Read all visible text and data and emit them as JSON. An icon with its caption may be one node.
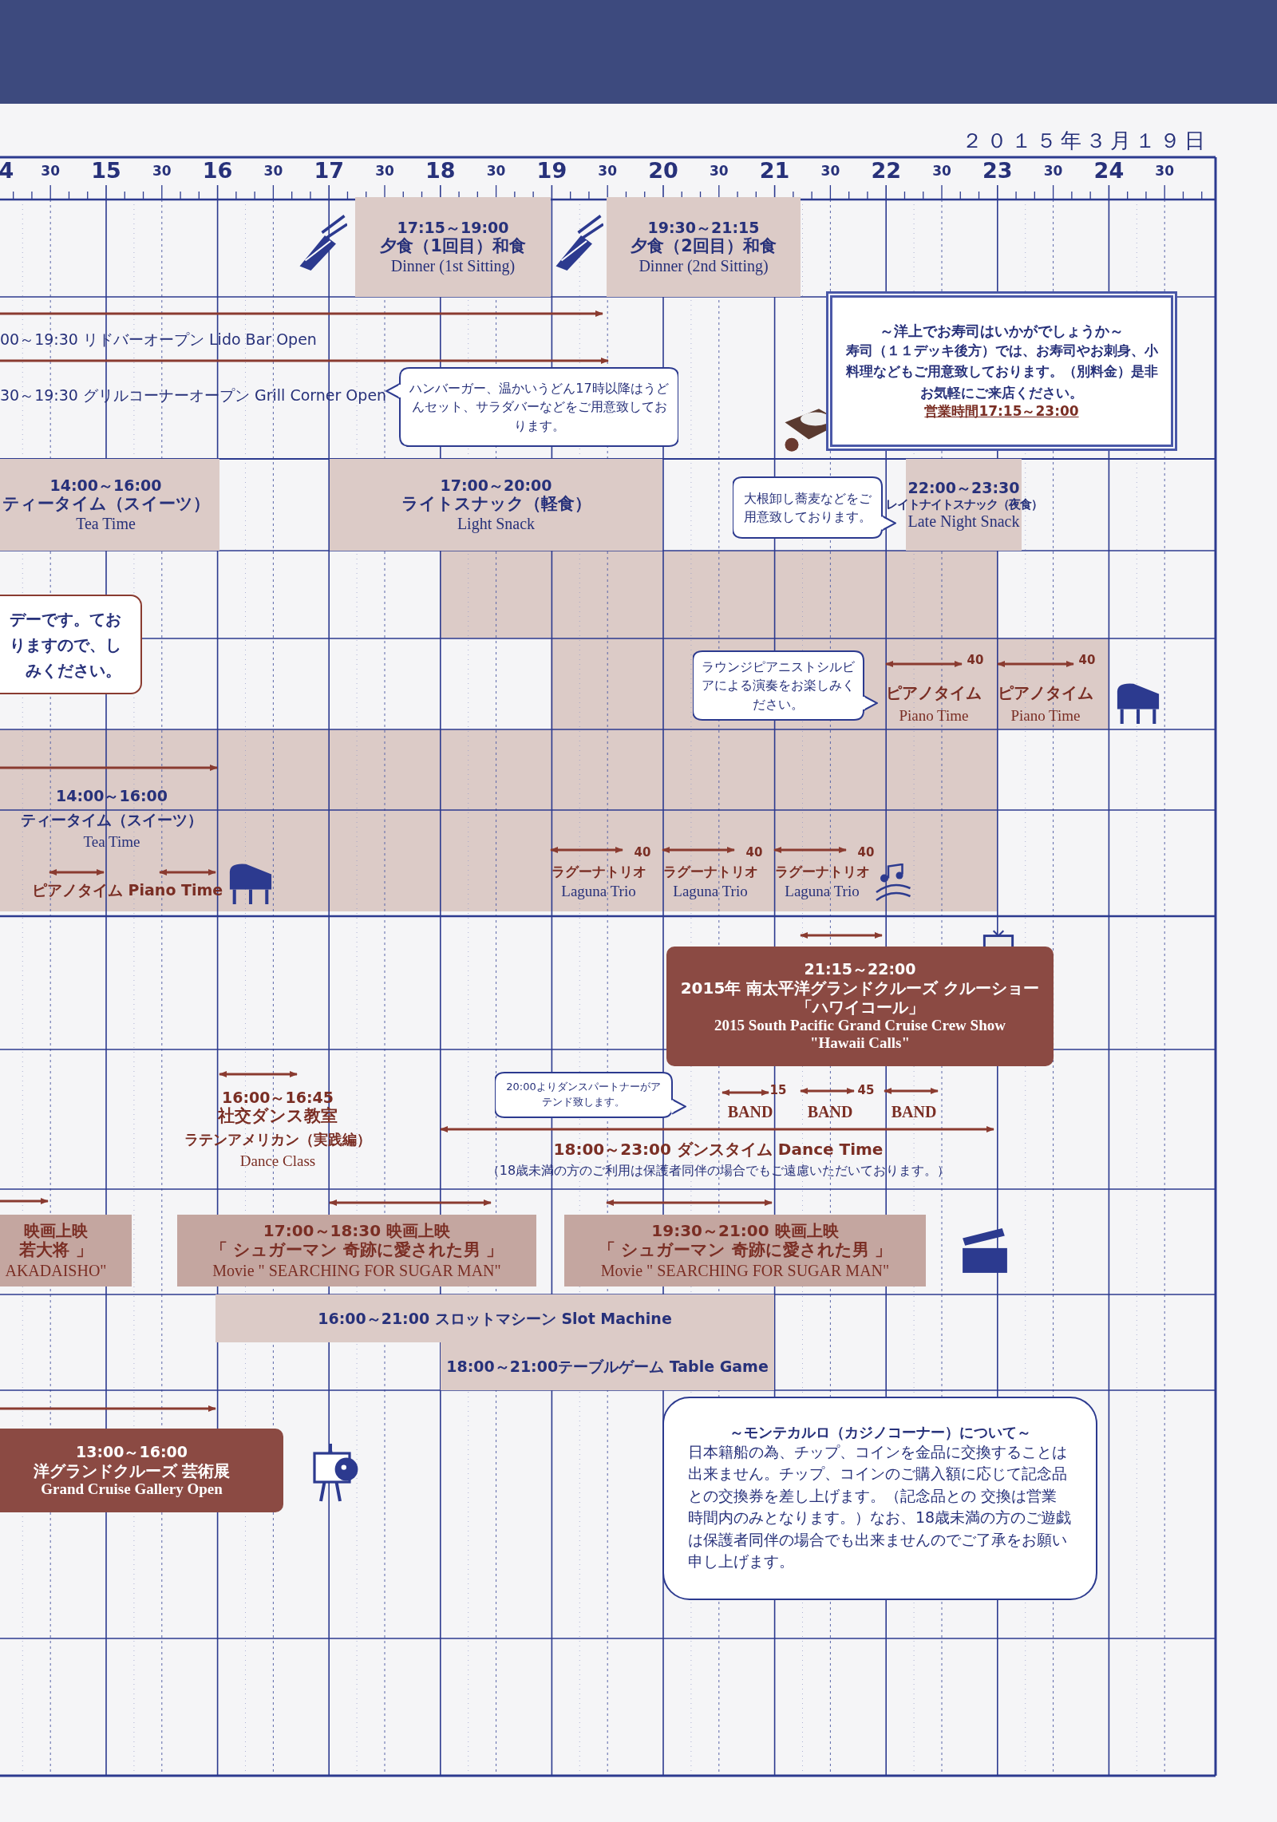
{
  "diagram": {
    "nodes": [
      {
        "text": [
          "17:15～19:00",
          "夕食（1回目）和食",
          "Dinner (1st Sitting)"
        ]
      },
      {
        "text": [
          "19:30～21:15",
          "夕食（2回目）和食",
          "Dinner (2nd Sitting)"
        ]
      },
      {
        "text": [
          "～洋上でお寿司はいかがでしょうか～",
          "寿司（１１デッキ後方）では、お寿司やお刺身、小料理などもご用意致しております。（別料金）是非お気軽にご来店ください。",
          "営業時間17:15～23:00"
        ]
      },
      {
        "text": [
          "ハンバーガー、温かいうどん17時以降はうどんセット、サラダバーなどをご用意致しております。"
        ]
      },
      {
        "text": [
          "14:00～16:00",
          "ティータイム（スイーツ）",
          "Tea Time"
        ]
      },
      {
        "text": [
          "17:00～20:00",
          "ライトスナック（軽食）",
          "Light Snack"
        ]
      },
      {
        "text": [
          "大根卸し蕎麦などをご用意致しております。"
        ]
      },
      {
        "text": [
          "22:00～23:30",
          "レイトナイトスナック（夜食）",
          "Late Night Snack"
        ]
      },
      {
        "text": [
          "デーです。ておりますので、しみください。"
        ]
      },
      {
        "text": [
          "ラウンジピアニストシルビアによる演奏をお楽しみください。"
        ]
      },
      {
        "text": [
          "21:15～22:00",
          "2015年 南太平洋グランドクルーズ クルーショー",
          "「ハワイコール」",
          "2015 South Pacific Grand Cruise Crew Show",
          "\"Hawaii Calls\""
        ]
      },
      {
        "text": [
          "20:00よりダンスパートナーがアテンド致します。"
        ]
      },
      {
        "text": [
          "映画上映",
          "若大将 」",
          "AKADAISHO\""
        ]
      },
      {
        "text": [
          "17:00～18:30 映画上映",
          "「 シュガーマン 奇跡に愛された男 」",
          "Movie \" SEARCHING FOR SUGAR MAN\""
        ]
      },
      {
        "text": [
          "19:30～21:00 映画上映",
          "「 シュガーマン 奇跡に愛された男 」",
          "Movie \" SEARCHING FOR SUGAR MAN\""
        ]
      },
      {
        "text": [
          "16:00～21:00 スロットマシーン Slot Machine"
        ]
      },
      {
        "text": [
          "18:00～21:00テーブルゲーム Table Game"
        ]
      },
      {
        "text": [
          "13:00～16:00",
          "洋グランドクルーズ 芸術展",
          "Grand Cruise Gallery Open"
        ]
      },
      {
        "text": [
          "～モンテカルロ（カジノコーナー）について～",
          "日本籍船の為、チップ、コインを金品に交換することは出来ません。チップ、コインのご購入額に応じて記念品との交換券を差し上げます。（記念品との 交換は営業時間内のみとなります。）なお、18歳未満の方のご遊戯は保護者同伴の場合でも出来ませんのでご了承をお願い申し上げます。"
        ]
      }
    ],
    "labels": [
      "２０１５年３月１９日",
      "4",
      "30",
      "15",
      "30",
      "16",
      "30",
      "17",
      "30",
      "18",
      "30",
      "19",
      "30",
      "20",
      "30",
      "21",
      "30",
      "22",
      "30",
      "23",
      "30",
      "24",
      "30",
      "00～19:30 リドバーオープン Lido Bar Open",
      "30～19:30 グリルコーナーオープン Grill Corner Open",
      "40",
      "ピアノタイム",
      "Piano Time",
      "40",
      "ピアノタイム",
      "Piano Time",
      "14:00～16:00",
      "ティータイム（スイーツ）",
      "Tea Time",
      "ピアノタイム Piano Time",
      "40",
      "ラグーナトリオ",
      "Laguna Trio",
      "40",
      "ラグーナトリオ",
      "Laguna Trio",
      "40",
      "ラグーナトリオ",
      "Laguna Trio",
      "15",
      "45",
      "BAND",
      "BAND",
      "BAND",
      "16:00～16:45",
      "社交ダンス教室",
      "ラテンアメリカン（実践編）",
      "Dance Class",
      "18:00～23:00 ダンスタイム Dance Time",
      "（18歳未満の方のご利用は保護者同伴の場合でもご遠慮いただいております。）"
    ]
  }
}
